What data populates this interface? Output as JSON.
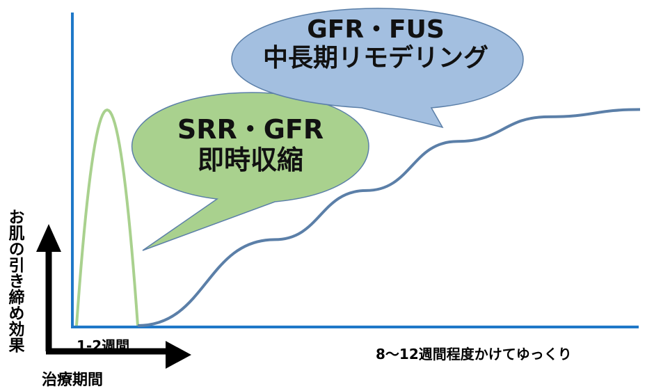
{
  "chart_data": {
    "type": "line",
    "ylabel": "お肌の引き締め効果",
    "xlabel": "治療期間",
    "x_tick_labels": [
      "1-2週間",
      "8〜12週間程度かけてゆっくり"
    ],
    "series": [
      {
        "color": "#a9d18e",
        "shape": "sharp-peak",
        "points": [
          [
            0,
            0
          ],
          [
            0.25,
            0.45
          ],
          [
            0.5,
            1.0
          ],
          [
            0.75,
            0.45
          ],
          [
            1,
            0
          ]
        ]
      },
      {
        "color": "#5b7fa8",
        "shape": "gradual-rise",
        "points": [
          [
            1,
            0
          ],
          [
            4,
            0.35
          ],
          [
            6,
            0.55
          ],
          [
            8,
            0.75
          ],
          [
            10,
            0.85
          ],
          [
            12,
            0.88
          ]
        ]
      }
    ],
    "annotations": [
      {
        "text": [
          "SRR・GFR",
          "即時収縮"
        ],
        "fill": "#a9d18e",
        "points_to": "short-term"
      },
      {
        "text": [
          "GFR・FUS",
          "中長期リモデリング"
        ],
        "fill": "#a3bfe0",
        "points_to": "long-term"
      }
    ],
    "grid": false,
    "colors": {
      "axis": "#1f78c8",
      "arrow": "#000000"
    }
  }
}
